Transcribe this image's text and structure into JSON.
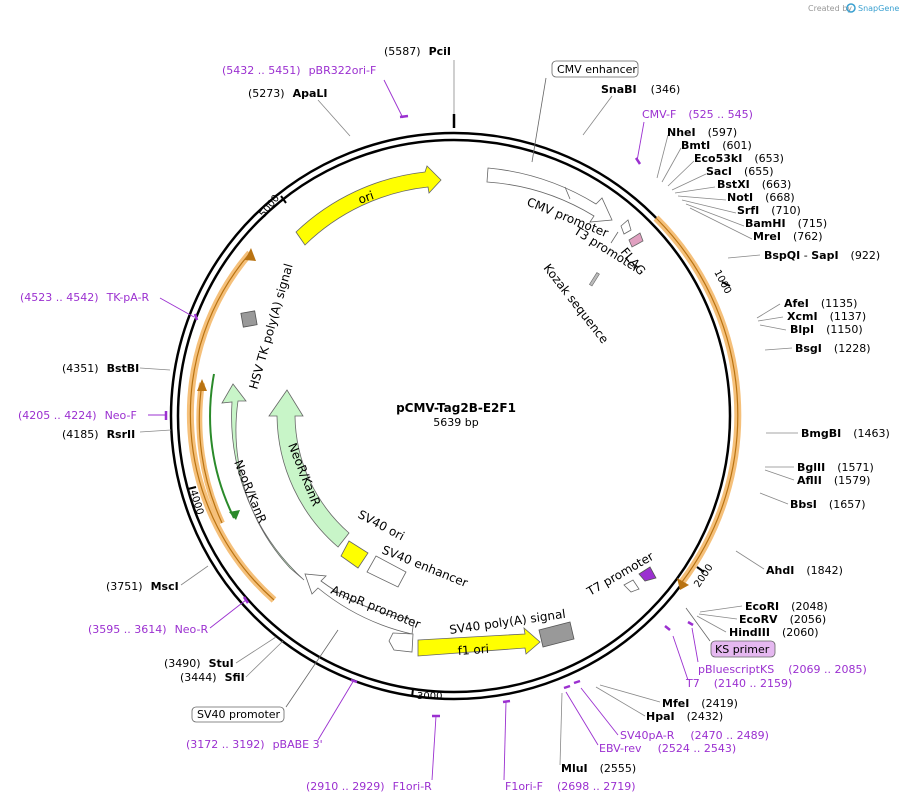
{
  "credit": {
    "prefix": "Created by",
    "brand": "SnapGene"
  },
  "plasmid": {
    "name": "pCMV-Tag2B-E2F1",
    "length": "5639 bp"
  },
  "colors": {
    "backbone": "#000000",
    "primer": "#9b30d0",
    "ori": "#ffff00",
    "neo": "#c8f5c8",
    "orange_feature": "#f5a623",
    "promoter": "#ffffff",
    "flag": "#e0a0c0"
  },
  "ticks": [
    "1000",
    "2000",
    "3000",
    "4000",
    "5000"
  ],
  "features": {
    "cmv_enhancer": "CMV enhancer",
    "cmv_promoter": "CMV promoter",
    "t3_promoter": "T3 promoter",
    "flag": "FLAG",
    "kozak": "Kozak sequence",
    "ori": "ori",
    "hsv_tk": "HSV TK poly(A) signal",
    "neo_outer": "NeoR/KanR",
    "neo_inner": "NeoR/KanR",
    "sv40_ori": "SV40 ori",
    "sv40_enhancer": "SV40 enhancer",
    "ampr_promoter": "AmpR promoter",
    "sv40_polya": "SV40 poly(A) signal",
    "f1_ori": "f1 ori",
    "t7_promoter": "T7 promoter",
    "sv40_promoter": "SV40 promoter",
    "ks_primer": "KS primer"
  },
  "sites": {
    "pcil": {
      "pos": "(5587)",
      "name": "PciI"
    },
    "snabi": {
      "pos": "(346)",
      "name": "SnaBI"
    },
    "apali": {
      "pos": "(5273)",
      "name": "ApaLI"
    },
    "nhei": {
      "pos": "(597)",
      "name": "NheI"
    },
    "bmti": {
      "pos": "(601)",
      "name": "BmtI"
    },
    "eco53ki": {
      "pos": "(653)",
      "name": "Eco53kI"
    },
    "saci": {
      "pos": "(655)",
      "name": "SacI"
    },
    "bstxi": {
      "pos": "(663)",
      "name": "BstXI"
    },
    "noti": {
      "pos": "(668)",
      "name": "NotI"
    },
    "srfi": {
      "pos": "(710)",
      "name": "SrfI"
    },
    "bamhi": {
      "pos": "(715)",
      "name": "BamHI"
    },
    "mrei": {
      "pos": "(762)",
      "name": "MreI"
    },
    "bspqi": {
      "pos": "(922)",
      "name": "BspQI",
      "sep": " - ",
      "name2": "SapI"
    },
    "afei": {
      "pos": "(1135)",
      "name": "AfeI"
    },
    "xcmi": {
      "pos": "(1137)",
      "name": "XcmI"
    },
    "blpi": {
      "pos": "(1150)",
      "name": "BlpI"
    },
    "bsgi": {
      "pos": "(1228)",
      "name": "BsgI"
    },
    "bmgbi": {
      "pos": "(1463)",
      "name": "BmgBI"
    },
    "bglii": {
      "pos": "(1571)",
      "name": "BglII"
    },
    "aflii": {
      "pos": "(1579)",
      "name": "AflII"
    },
    "bbsi": {
      "pos": "(1657)",
      "name": "BbsI"
    },
    "ahdi": {
      "pos": "(1842)",
      "name": "AhdI"
    },
    "ecori": {
      "pos": "(2048)",
      "name": "EcoRI"
    },
    "ecorv": {
      "pos": "(2056)",
      "name": "EcoRV"
    },
    "hindiii": {
      "pos": "(2060)",
      "name": "HindIII"
    },
    "mfei": {
      "pos": "(2419)",
      "name": "MfeI"
    },
    "hpai": {
      "pos": "(2432)",
      "name": "HpaI"
    },
    "mlui": {
      "pos": "(2555)",
      "name": "MluI"
    },
    "bstbi": {
      "pos": "(4351)",
      "name": "BstBI"
    },
    "rsrii": {
      "pos": "(4185)",
      "name": "RsrII"
    },
    "msci": {
      "pos": "(3751)",
      "name": "MscI"
    },
    "stui": {
      "pos": "(3490)",
      "name": "StuI"
    },
    "sfii": {
      "pos": "(3444)",
      "name": "SfiI"
    }
  },
  "primers": {
    "pbr322": {
      "range": "(5432 .. 5451)",
      "name": "pBR322ori-F"
    },
    "cmvf": {
      "name": "CMV-F",
      "range": "(525 .. 545)"
    },
    "tkpa": {
      "range": "(4523 .. 4542)",
      "name": "TK-pA-R"
    },
    "neof": {
      "range": "(4205 .. 4224)",
      "name": "Neo-F"
    },
    "neor": {
      "range": "(3595 .. 3614)",
      "name": "Neo-R"
    },
    "pbluescript": {
      "name": "pBluescriptKS",
      "range": "(2069 .. 2085)"
    },
    "t7": {
      "name": "T7",
      "range": "(2140 .. 2159)"
    },
    "sv40par": {
      "name": "SV40pA-R",
      "range": "(2470 .. 2489)"
    },
    "ebvrev": {
      "name": "EBV-rev",
      "range": "(2524 .. 2543)"
    },
    "pbabe": {
      "range": "(3172 .. 3192)",
      "name": "pBABE 3'"
    },
    "f1orir": {
      "range": "(2910 .. 2929)",
      "name": "F1ori-R"
    },
    "f1orif": {
      "name": "F1ori-F",
      "range": "(2698 .. 2719)"
    }
  }
}
